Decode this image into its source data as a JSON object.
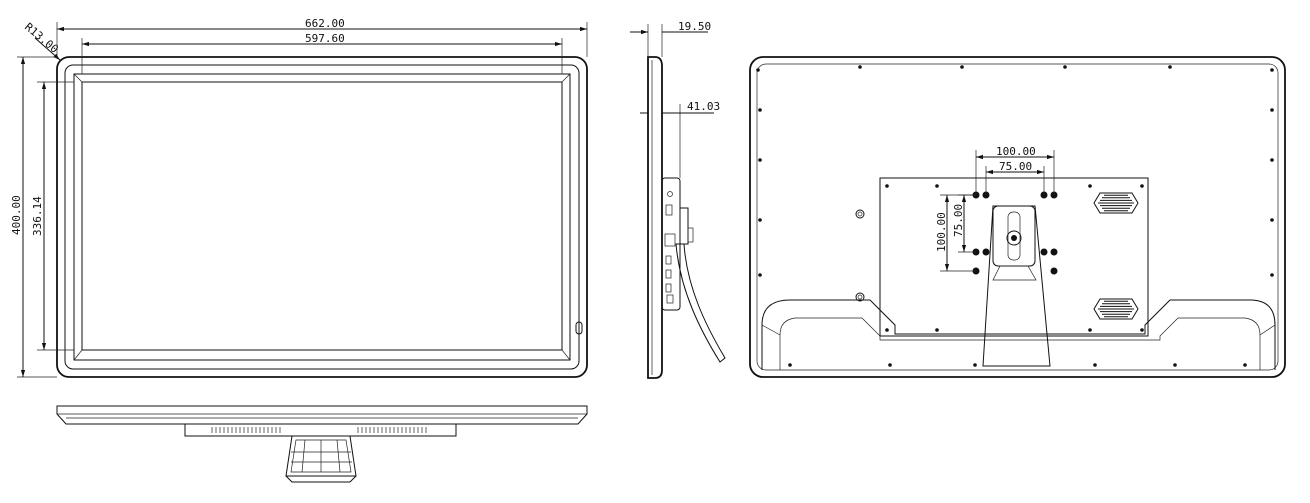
{
  "front_view": {
    "width_label": "662.00",
    "inner_width_label": "597.60",
    "corner_radius_label": "R13.00",
    "height_label": "400.00",
    "inner_height_label": "336.14"
  },
  "side_view": {
    "depth_label": "19.50",
    "total_depth_label": "41.03"
  },
  "rear_view": {
    "vesa_outer_h_label": "100.00",
    "vesa_inner_h_label": "75.00",
    "vesa_outer_v_label": "100.00",
    "vesa_inner_v_label": "75.00"
  },
  "colors": {
    "line": "#111111",
    "background": "#ffffff"
  }
}
